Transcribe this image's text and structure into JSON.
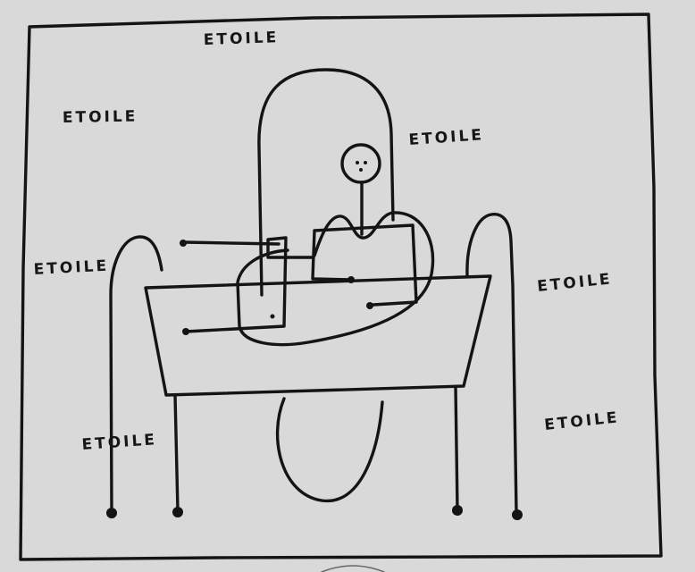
{
  "labels": [
    "ETOILE",
    "ETOILE",
    "ETOILE",
    "ETOILE",
    "ETOILE",
    "ETOILE",
    "ETOILE"
  ]
}
